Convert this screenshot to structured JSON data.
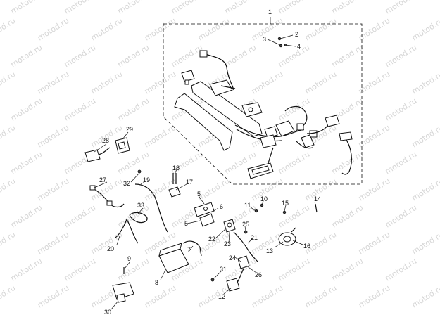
{
  "diagram": {
    "watermark_text": "motod.ru",
    "colors": {
      "ink": "#111111",
      "watermark": "#d6d6d6",
      "background": "#ffffff"
    },
    "callouts": [
      "1",
      "2",
      "3",
      "4",
      "5",
      "5",
      "6",
      "7",
      "8",
      "9",
      "10",
      "11",
      "12",
      "13",
      "14",
      "15",
      "16",
      "17",
      "18",
      "19",
      "20",
      "21",
      "22",
      "23",
      "24",
      "25",
      "26",
      "27",
      "28",
      "29",
      "30",
      "31",
      "32",
      "33"
    ]
  }
}
